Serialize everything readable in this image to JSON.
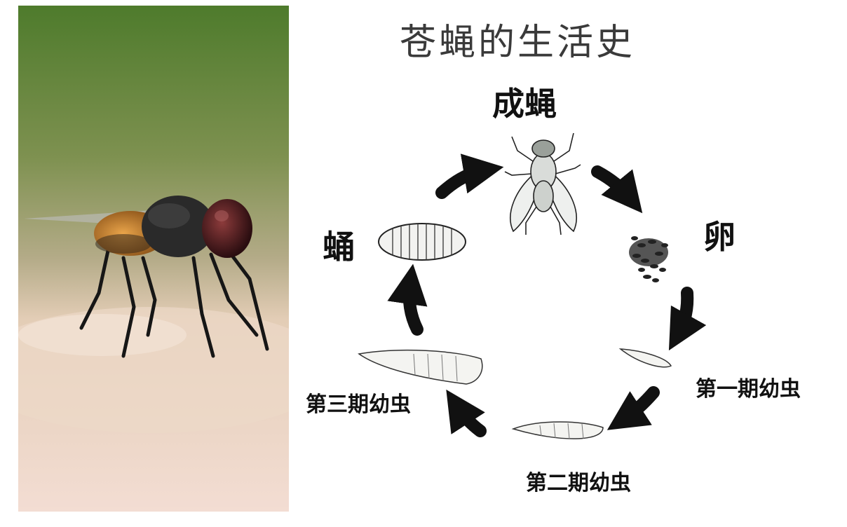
{
  "diagram": {
    "title": "苍蝇的生活史",
    "stages": {
      "adult": "成蝇",
      "egg": "卵",
      "larva1": "第一期幼虫",
      "larva2": "第二期幼虫",
      "larva3": "第三期幼虫",
      "pupa": "蛹"
    }
  },
  "icons": [
    "fly-photo",
    "adult-fly-icon",
    "egg-cluster-icon",
    "larva-icon",
    "pupa-icon",
    "cycle-arrow-icon"
  ]
}
